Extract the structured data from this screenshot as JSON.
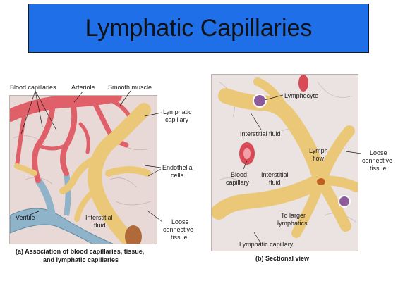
{
  "title": "Lymphatic Capillaries",
  "panel_a": {
    "labels": {
      "blood_capillaries": "Blood capillaries",
      "arteriole": "Arteriole",
      "smooth_muscle": "Smooth muscle",
      "lymphatic_capillary_line1": "Lymphatic",
      "lymphatic_capillary_line2": "capillary",
      "endothelial_cells_line1": "Endothelial",
      "endothelial_cells_line2": "cells",
      "venule": "Venule",
      "interstitial_fluid_line1": "Interstitial",
      "interstitial_fluid_line2": "fluid",
      "loose_connective_line1": "Loose",
      "loose_connective_line2": "connective",
      "loose_connective_line3": "tissue"
    },
    "caption_line1": "(a) Association of blood capillaries, tissue,",
    "caption_line2": "and lymphatic capillaries"
  },
  "panel_b": {
    "labels": {
      "lymphocyte": "Lymphocyte",
      "interstitial_fluid_top": "Interstitial fluid",
      "lymph_flow_line1": "Lymph",
      "lymph_flow_line2": "flow",
      "loose_connective_line1": "Loose",
      "loose_connective_line2": "connective",
      "loose_connective_line3": "tissue",
      "blood_capillary_line1": "Blood",
      "blood_capillary_line2": "capillary",
      "interstitial_fluid_line1": "Interstitial",
      "interstitial_fluid_line2": "fluid",
      "to_larger_line1": "To larger",
      "to_larger_line2": "lymphatics",
      "lymphatic_capillary": "Lymphatic capillary"
    },
    "caption": "(b) Sectional view"
  },
  "colors": {
    "banner": "#1f6fe8",
    "blood_vessel": "#e0606a",
    "venule": "#8fb3c9",
    "lymphatic": "#ebc878",
    "tissue": "#e9d9d6"
  }
}
